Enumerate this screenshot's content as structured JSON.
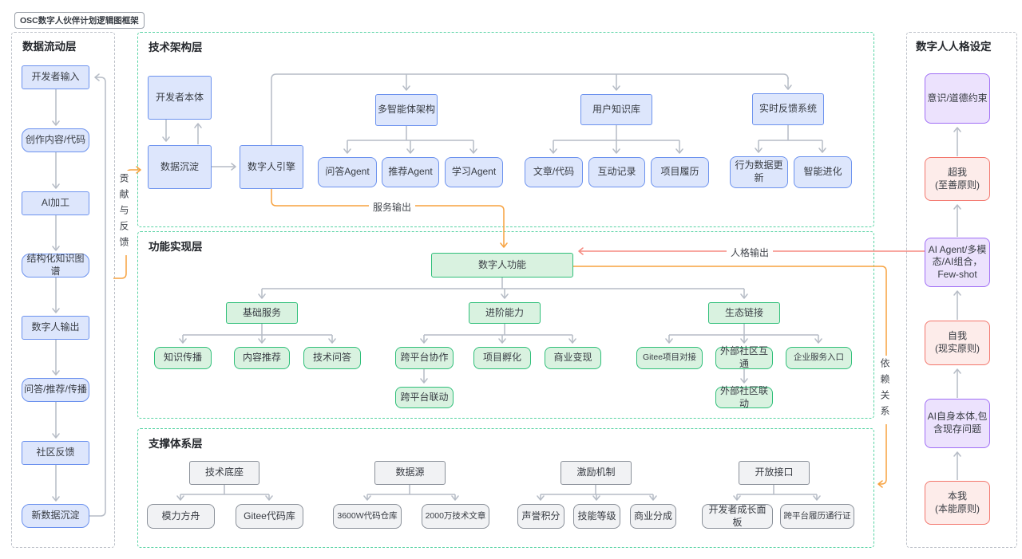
{
  "header": {
    "frame_tag": "OSC数字人伙伴计划逻辑图框架"
  },
  "panels": {
    "data_flow": {
      "title": "数据流动层",
      "nodes": [
        "开发者输入",
        "创作内容/代码",
        "AI加工",
        "结构化知识图谱",
        "数字人输出",
        "问答/推荐/传播",
        "社区反馈",
        "新数据沉淀"
      ]
    },
    "tech": {
      "title": "技术架构层",
      "nodes": {
        "developer_ontology": "开发者本体",
        "data_deposit": "数据沉淀",
        "engine": "数字人引擎",
        "multi_agent": "多智能体架构",
        "qa_agent": "问答Agent",
        "rec_agent": "推荐Agent",
        "learn_agent": "学习Agent",
        "user_kb": "用户知识库",
        "articles_code": "文章/代码",
        "interactions": "互动记录",
        "project_resume": "项目履历",
        "realtime_feedback": "实时反馈系统",
        "behavior_update": "行为数据更新",
        "intelligent_evolution": "智能进化"
      }
    },
    "function": {
      "title": "功能实现层",
      "nodes": {
        "dh_function": "数字人功能",
        "basic_services": "基础服务",
        "knowledge_spread": "知识传播",
        "content_rec": "内容推荐",
        "tech_qa": "技术问答",
        "advanced": "进阶能力",
        "cross_platform_collab": "跨平台协作",
        "cross_platform_link": "跨平台联动",
        "project_incubation": "项目孵化",
        "commercialization": "商业变现",
        "eco_link": "生态链接",
        "gitee_connect": "Gitee项目对接",
        "external_comm": "外部社区互通",
        "external_link": "外部社区联动",
        "enterprise_entry": "企业服务入口"
      }
    },
    "support": {
      "title": "支撑体系层",
      "nodes": {
        "tech_base": "技术底座",
        "moli_ark": "模力方舟",
        "gitee_repo": "Gitee代码库",
        "data_source": "数据源",
        "repos": "3600W代码仓库",
        "articles": "2000万技术文章",
        "incentive": "激励机制",
        "reputation": "声誉积分",
        "skill_level": "技能等级",
        "revenue_share": "商业分成",
        "open_api": "开放接口",
        "growth_panel": "开发者成长面板",
        "resume_pass": "跨平台履历通行证"
      }
    },
    "persona": {
      "title": "数字人人格设定",
      "nodes": {
        "moral": "意识/道德约束",
        "superego": "超我\n(至善原则)",
        "ai_agent": "AI Agent/多模态/AI组合，Few-shot",
        "ego": "自我\n(现实原则)",
        "ai_self": "AI自身本体,包含现存问题",
        "id_self": "本我\n(本能原则)"
      }
    }
  },
  "edge_labels": {
    "contribution": "贡献与反馈",
    "service_output": "服务输出",
    "persona_output": "人格输出",
    "dependency": "依赖关系"
  },
  "colors": {
    "blue_fill": "#dde6fc",
    "blue_border": "#6c92ee",
    "green_fill": "#d9f2e0",
    "green_border": "#2fbf79",
    "gray_fill": "#f1f2f4",
    "gray_border": "#8a9099",
    "purple_fill": "#ece2fd",
    "purple_border": "#a06ef5",
    "red_fill": "#fdecea",
    "red_border": "#f3766c",
    "panel_green_border": "#57d3a3",
    "panel_gray_border": "#bcc0c8",
    "arrow_gray": "#b6bcc6",
    "arrow_orange": "#f7a23f",
    "arrow_red": "#f58a80"
  }
}
